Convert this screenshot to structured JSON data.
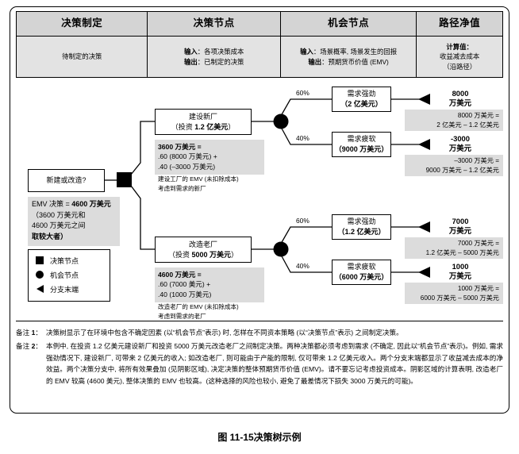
{
  "header": {
    "columns": [
      {
        "title": "决策制定",
        "body_plain": "待制定的决策",
        "body_lines": []
      },
      {
        "title": "决策节点",
        "body_plain": "",
        "body_lines": [
          {
            "label": "输入",
            "value": "：各项决策成本"
          },
          {
            "label": "输出",
            "value": "：已制定的决策"
          }
        ]
      },
      {
        "title": "机会节点",
        "body_plain": "",
        "body_lines": [
          {
            "label": "输入",
            "value": "：场景概率, 场景发生的回报"
          },
          {
            "label": "输出",
            "value": "：预期货币价值 (EMV)"
          }
        ]
      },
      {
        "title": "路径净值",
        "body_plain": "",
        "body_lines": [
          {
            "label": "计算值：",
            "value": ""
          },
          {
            "label": "",
            "value": "收益减去成本"
          },
          {
            "label": "",
            "value": "（沿路径）"
          }
        ]
      }
    ]
  },
  "tree": {
    "root": {
      "label": "新建或改造?",
      "emv_block": {
        "line1_pre": "EMV 决策 = ",
        "line1_bold": "4600 万美元",
        "line2": "（3600 万美元和",
        "line3": "4600 万美元之间",
        "line4_bold": "取较大者）"
      }
    },
    "legend": {
      "items": [
        {
          "icon": "square-icon",
          "label": "决策节点"
        },
        {
          "icon": "circle-icon",
          "label": "机会节点"
        },
        {
          "icon": "triangle-icon",
          "label": "分支末端"
        }
      ]
    },
    "decisions": [
      {
        "name": "build-new-plant",
        "line1": "建设新厂",
        "line2_pre": "（投资 ",
        "line2_bold": "1.2 亿美元",
        "line2_post": "）",
        "emv_bold": "3600 万美元 =",
        "emv_line2": ".60 (8000 万美元) +",
        "emv_line3": ".40 (–3000 万美元)",
        "sub1": "建设工厂的 EMV (未扣除成本)",
        "sub2": "考虑到需求的新厂"
      },
      {
        "name": "upgrade-old-plant",
        "line1": "改造老厂",
        "line2_pre": "（投资 ",
        "line2_bold": "5000 万美元",
        "line2_post": "）",
        "emv_bold": "4600 万美元 =",
        "emv_line2": ".60 (7000 美元) +",
        "emv_line3": ".40 (1000 万美元)",
        "sub1": "改造老厂的 EMV (未扣除成本)",
        "sub2": "考虑到需求的老厂"
      }
    ],
    "outcomes": [
      {
        "name": "strong-demand-new",
        "probability": "60%",
        "line1": "需求强劲",
        "line2": "（2 亿美元）",
        "net_line1": "8000",
        "net_line2": "万美元",
        "calc_line1": "8000 万美元 =",
        "calc_line2": "2 亿美元 – 1.2 亿美元"
      },
      {
        "name": "weak-demand-new",
        "probability": "40%",
        "line1": "需求疲软",
        "line2": "（9000 万美元）",
        "net_line1": "-3000",
        "net_line2": "万美元",
        "calc_line1": "–3000 万美元 =",
        "calc_line2": "9000 万美元 – 1.2 亿美元"
      },
      {
        "name": "strong-demand-old",
        "probability": "60%",
        "line1": "需求强劲",
        "line2": "（1.2 亿美元）",
        "net_line1": "7000",
        "net_line2": "万美元",
        "calc_line1": "7000 万美元 =",
        "calc_line2": "1.2 亿美元 – 5000 万美元"
      },
      {
        "name": "weak-demand-old",
        "probability": "40%",
        "line1": "需求疲软",
        "line2": "（6000 万美元）",
        "net_line1": "1000",
        "net_line2": "万美元",
        "calc_line1": "1000 万美元 =",
        "calc_line2": "6000 万美元 – 5000 万美元"
      }
    ]
  },
  "notes": [
    {
      "label_pre": "备注 ",
      "label_num": "1",
      "label_post": "：",
      "body": "决策树显示了在环境中包含不确定因素 (以“机会节点”表示) 时, 怎样在不同资本策略 (以“决策节点”表示) 之间制定决策。"
    },
    {
      "label_pre": "备注 ",
      "label_num": "2",
      "label_post": "：",
      "body": "本例中, 在投资 1.2 亿美元建设新厂和投资 5000 万美元改造老厂之间制定决策。两种决策都必须考虑到需求 (不确定, 因此以“机会节点”表示)。例如, 需求强劲情况下, 建设新厂, 可带来 2 亿美元的收入; 如改造老厂, 则可能由于产能的限制, 仅可带来 1.2 亿美元收入。两个分支末端都显示了收益减去成本的净效益。两个决策分支中, 将所有效果叠加 (见阴影区域), 决定决策的整体预期货币价值 (EMV)。请不要忘记考虑投资成本。阴影区域的计算表明, 改造老厂的 EMV 较高 (4600 美元), 整体决策的 EMV 也较高。(这种选择的风险也较小, 避免了最差情况下损失 3000 万美元的可能)。"
    }
  ],
  "caption": "图 11-15决策树示例",
  "colors": {
    "shade": "#dcdcdc",
    "header_top": "#d4d4d4",
    "header_bottom": "#e3e3e3",
    "line": "#000000"
  }
}
